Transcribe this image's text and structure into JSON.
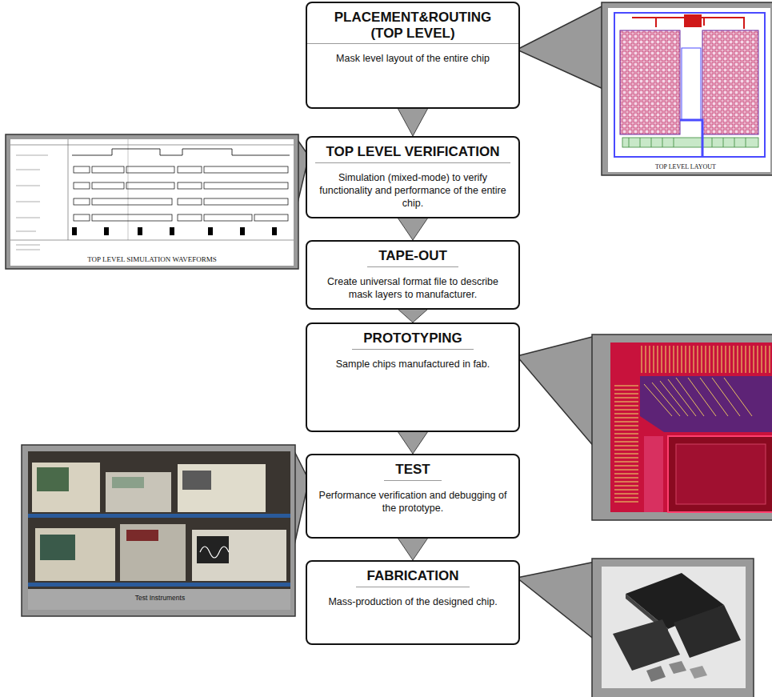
{
  "diagram": {
    "nodes": [
      {
        "text": [
          "PLACEMENT&ROUTING (TOP LEVEL)",
          "Mask level layout of the entire chip"
        ]
      },
      {
        "text": [
          "TOP LEVEL VERIFICATION",
          "Simulation (mixed-mode) to verify functionality and performance of the entire chip."
        ]
      },
      {
        "text": [
          "TAPE-OUT",
          "Create universal format file to describe mask layers to manufacturer."
        ]
      },
      {
        "text": [
          "PROTOTYPING",
          "Sample chips manufactured in fab."
        ]
      },
      {
        "text": [
          "TEST",
          "Performance verification and debugging of the prototype."
        ]
      },
      {
        "text": [
          "FABRICATION",
          "Mass-production of the designed chip."
        ]
      }
    ],
    "edges": [
      {
        "from": 0,
        "to": 1,
        "arrow": "to"
      },
      {
        "from": 1,
        "to": 2,
        "arrow": "to"
      },
      {
        "from": 2,
        "to": 3,
        "arrow": "to"
      },
      {
        "from": 3,
        "to": 4,
        "arrow": "to"
      },
      {
        "from": 4,
        "to": 5,
        "arrow": "to"
      }
    ],
    "labels": [
      "TOP LEVEL LAYOUT",
      "TOP LEVEL SIMULATION WAVEFORMS",
      "Test Instruments"
    ]
  }
}
